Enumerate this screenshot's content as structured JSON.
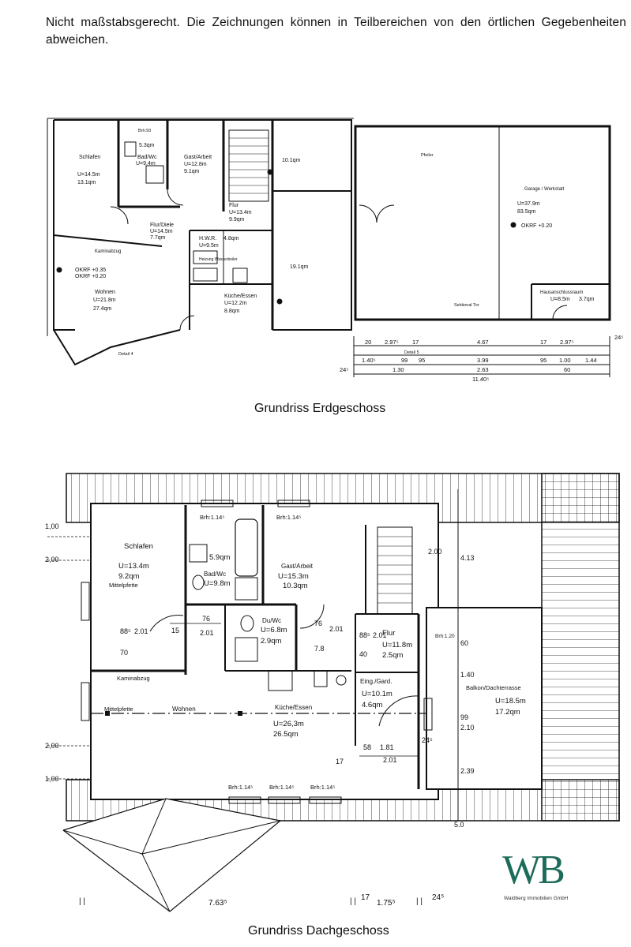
{
  "note": "Nicht maßstabsgerecht. Die Zeichnungen können in Teilbereichen von den örtlichen Gegebenheiten abweichen.",
  "floorplans": [
    {
      "caption": "Grundriss Erdgeschoss",
      "rooms": [
        {
          "name": "Schlafen",
          "u": "U=14.5m",
          "area": "13.1qm"
        },
        {
          "name": "Bad/Wc",
          "u": "U=9.4m",
          "area": "5.3qm"
        },
        {
          "name": "Gast/Arbeit",
          "u": "U=12.8m",
          "area": "9.1qm"
        },
        {
          "name": "Flur/Diele",
          "u": "U=14.5m",
          "area": "7.7qm"
        },
        {
          "name": "Flur",
          "u": "U=13.4m",
          "area": "9.9qm"
        },
        {
          "name": "H.W.R.",
          "u": "U=9.5m",
          "area": "4.8qm"
        },
        {
          "name": "Wohnen",
          "u": "U=21.8m",
          "area": "27.4qm"
        },
        {
          "name": "Küche/Essen",
          "u": "U=12.2m",
          "area": "8.8qm"
        },
        {
          "name": "Garage / Werkstatt",
          "u": "U=37.9m",
          "area": "83.5qm"
        },
        {
          "name": "Hausanschlussraum",
          "u": "U=8.5m",
          "area": "3.7qm"
        }
      ],
      "labels": [
        "10.1qm",
        "19.1qm",
        "OKRF +0.35",
        "OKRF +0.20",
        "OKRF +0.20",
        "Kaminabzug",
        "Pfeiler",
        "Sektional Tor",
        "Brh:93",
        "Detail 5",
        "Detail 4",
        "Heizung Wasserboiler"
      ],
      "dims": [
        "20",
        "2.97⁵",
        "17",
        "4.67",
        "17",
        "2.97⁵",
        "24⁵",
        "1.40⁵",
        "99",
        "95",
        "3.99",
        "95",
        "1.00",
        "1.44",
        "1.30",
        "2.63",
        "60",
        "11.40⁵",
        "24⁵"
      ]
    },
    {
      "caption": "Grundriss Dachgeschoss",
      "rooms": [
        {
          "name": "Schlafen",
          "u": "U=13.4m",
          "area": "9.2qm"
        },
        {
          "name": "Bad/Wc",
          "u": "U=9.8m",
          "area": "5.9qm"
        },
        {
          "name": "Gast/Arbeit",
          "u": "U=15.3m",
          "area": "10.3qm"
        },
        {
          "name": "Du/Wc",
          "u": "U=6.8m",
          "area": "2.9qm"
        },
        {
          "name": "Flur",
          "u": "U=11.8m",
          "area": "2.5qm"
        },
        {
          "name": "Wohnen",
          "u": "",
          "area": ""
        },
        {
          "name": "Küche/Essen",
          "u": "U=26,3m",
          "area": "26.5qm"
        },
        {
          "name": "Eing./Gard.",
          "u": "U=10.1m",
          "area": "4.6qm"
        },
        {
          "name": "Balkon/Dachterrasse",
          "u": "U=18.5m",
          "area": "17.2qm"
        }
      ],
      "labels": [
        "Brh:1.14⁵",
        "Brh:1.14⁵",
        "Mittelpfette",
        "Mittelpfette",
        "Kaminabzug",
        "Brh:1.14⁵",
        "Brh:1.14⁵",
        "Brh:1.14⁵",
        "Brh:1.20"
      ],
      "left_dims": [
        "1,00",
        "2,00",
        "2,00",
        "1,00"
      ],
      "dims": [
        "76",
        "2.01",
        "15",
        "88⁵",
        "2.01",
        "70",
        "76",
        "2.01",
        "7.8",
        "88⁵",
        "2.01",
        "40",
        "2.00",
        "4.13",
        "60",
        "1.40",
        "99",
        "2.10",
        "2.39",
        "58",
        "1.81",
        "2.01",
        "17",
        "24⁵",
        "5.0"
      ],
      "bottom_dims": [
        "7.63⁵",
        "17",
        "1.75⁵",
        "24⁵"
      ]
    }
  ],
  "logo": {
    "mark": "WB",
    "company": "Waldberg Immobilien GmbH",
    "color": "#1d6b5a"
  }
}
